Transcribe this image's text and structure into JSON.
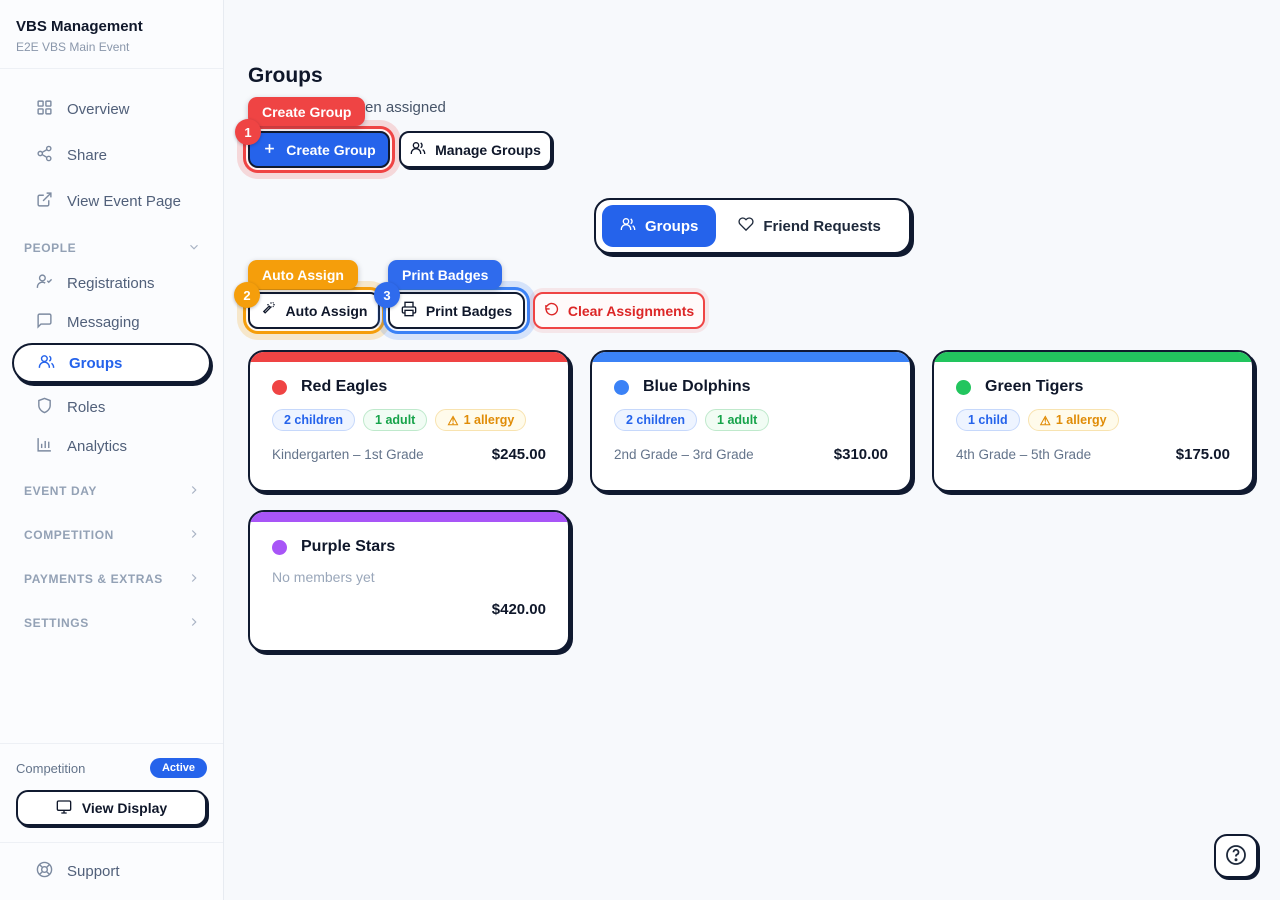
{
  "app": {
    "title": "VBS Management",
    "subtitle": "E2E VBS Main Event"
  },
  "sidebar": {
    "items": [
      {
        "label": "Overview"
      },
      {
        "label": "Share"
      },
      {
        "label": "View Event Page"
      }
    ],
    "people": {
      "label": "PEOPLE",
      "items": [
        {
          "label": "Registrations"
        },
        {
          "label": "Messaging"
        },
        {
          "label": "Groups",
          "active": true
        },
        {
          "label": "Roles"
        },
        {
          "label": "Analytics"
        }
      ]
    },
    "sections": [
      "EVENT DAY",
      "COMPETITION",
      "PAYMENTS & EXTRAS",
      "SETTINGS"
    ],
    "footer": {
      "competition_label": "Competition",
      "active_badge": "Active",
      "view_display_label": "View Display",
      "support_label": "Support"
    }
  },
  "header": {
    "title": "Groups",
    "subtitle_visible_fragment": "ren assigned",
    "create_group_label": "Create Group",
    "manage_groups_label": "Manage Groups"
  },
  "annotations": {
    "colors": {
      "red": "#ef4444",
      "orange": "#f59e0b",
      "blue": "#2f6bed"
    },
    "steps": [
      {
        "number": "1",
        "label": "Create Group"
      },
      {
        "number": "2",
        "label": "Auto Assign"
      },
      {
        "number": "3",
        "label": "Print Badges"
      }
    ]
  },
  "tabs": [
    {
      "label": "Groups",
      "active": true
    },
    {
      "label": "Friend Requests",
      "active": false
    }
  ],
  "toolbar": {
    "auto_assign_label": "Auto Assign",
    "print_badges_label": "Print Badges",
    "clear_assignments_label": "Clear Assignments"
  },
  "groups": [
    {
      "name": "Red Eagles",
      "color": "#ef4444",
      "badges": [
        {
          "text": "2 children",
          "type": "children"
        },
        {
          "text": "1 adult",
          "type": "adult"
        },
        {
          "text": "1 allergy",
          "type": "allergy",
          "warn": "⚠"
        }
      ],
      "grades": "Kindergarten – 1st Grade",
      "price": "$245.00"
    },
    {
      "name": "Blue Dolphins",
      "color": "#3b82f6",
      "badges": [
        {
          "text": "2 children",
          "type": "children"
        },
        {
          "text": "1 adult",
          "type": "adult"
        }
      ],
      "grades": "2nd Grade – 3rd Grade",
      "price": "$310.00"
    },
    {
      "name": "Green Tigers",
      "color": "#22c55e",
      "badges": [
        {
          "text": "1 child",
          "type": "children"
        },
        {
          "text": "1 allergy",
          "type": "allergy",
          "warn": "⚠"
        }
      ],
      "grades": "4th Grade – 5th Grade",
      "price": "$175.00"
    },
    {
      "name": "Purple Stars",
      "color": "#a855f7",
      "empty_text": "No members yet",
      "price": "$420.00"
    }
  ]
}
